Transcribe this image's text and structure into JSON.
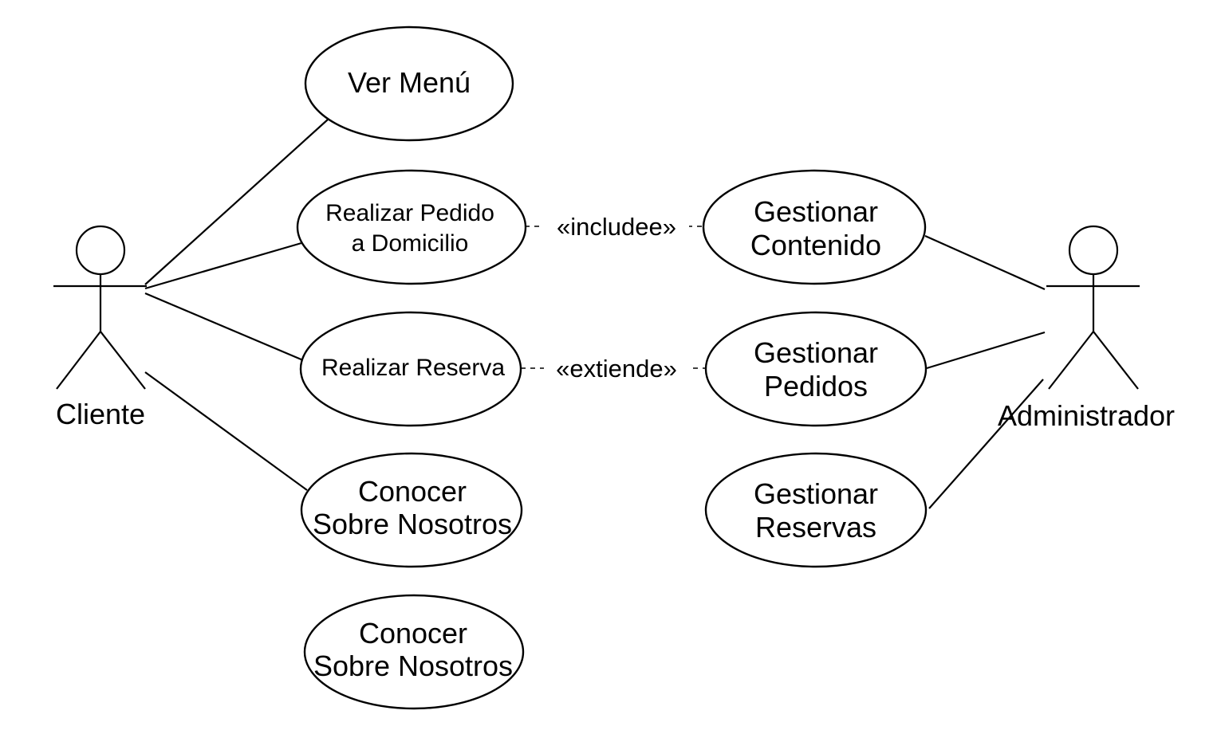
{
  "actors": {
    "cliente": "Cliente",
    "administrador": "Administrador"
  },
  "use_cases": {
    "ver_menu": [
      "Ver Menú"
    ],
    "realizar_pedido": [
      "Realizar Pedido",
      "a Domicilio"
    ],
    "realizar_reserva": [
      "Realizar Reserva"
    ],
    "conocer_1": [
      "Conocer",
      "Sobre Nosotros"
    ],
    "conocer_2": [
      "Conocer",
      "Sobre Nosotros"
    ],
    "gestionar_contenido": [
      "Gestionar",
      "Contenido"
    ],
    "gestionar_pedidos": [
      "Gestionar",
      "Pedidos"
    ],
    "gestionar_reservas": [
      "Gestionar",
      "Reservas"
    ]
  },
  "relations": {
    "include_label": "«includee»",
    "extend_label": "«extiende»"
  }
}
